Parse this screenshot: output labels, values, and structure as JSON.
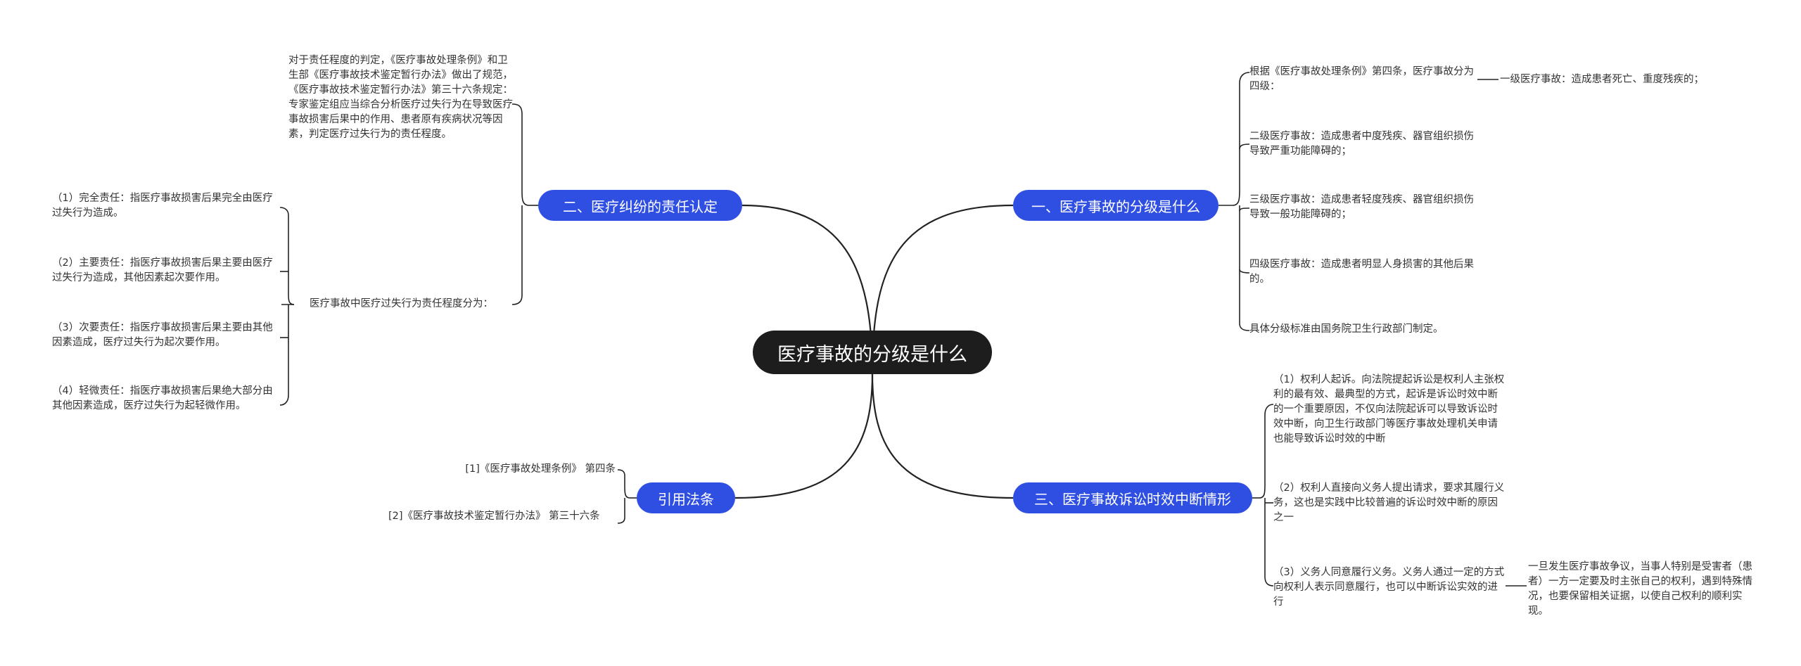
{
  "central": "医疗事故的分级是什么",
  "branches": {
    "b1": "一、医疗事故的分级是什么",
    "b2": "二、医疗纠纷的责任认定",
    "b3": "三、医疗事故诉讼时效中断情形",
    "b4": "引用法条"
  },
  "b1_items": {
    "i1": "根据《医疗事故处理条例》第四条，医疗事故分为四级：",
    "i1_child": "一级医疗事故：造成患者死亡、重度残疾的；",
    "i2": "二级医疗事故：造成患者中度残疾、器官组织损伤导致严重功能障碍的；",
    "i3": "三级医疗事故：造成患者轻度残疾、器官组织损伤导致一般功能障碍的；",
    "i4": "四级医疗事故：造成患者明显人身损害的其他后果的。",
    "i5": "具体分级标准由国务院卫生行政部门制定。"
  },
  "b2_items": {
    "top": "对于责任程度的判定，《医疗事故处理条例》和卫生部《医疗事故技术鉴定暂行办法》做出了规范，《医疗事故技术鉴定暂行办法》第三十六条规定：专家鉴定组应当综合分析医疗过失行为在导致医疗事故损害后果中的作用、患者原有疾病状况等因素，判定医疗过失行为的责任程度。",
    "mid": "医疗事故中医疗过失行为责任程度分为：",
    "c1": "（1）完全责任：指医疗事故损害后果完全由医疗过失行为造成。",
    "c2": "（2）主要责任：指医疗事故损害后果主要由医疗过失行为造成，其他因素起次要作用。",
    "c3": "（3）次要责任：指医疗事故损害后果主要由其他因素造成，医疗过失行为起次要作用。",
    "c4": "（4）轻微责任：指医疗事故损害后果绝大部分由其他因素造成，医疗过失行为起轻微作用。"
  },
  "b3_items": {
    "i1": "（1）权利人起诉。向法院提起诉讼是权利人主张权利的最有效、最典型的方式，起诉是诉讼时效中断的一个重要原因，不仅向法院起诉可以导致诉讼时效中断，向卫生行政部门等医疗事故处理机关申请也能导致诉讼时效的中断",
    "i2": "（2）权利人直接向义务人提出请求，要求其履行义务，这也是实践中比较普遍的诉讼时效中断的原因之一",
    "i3": "（3）义务人同意履行义务。义务人通过一定的方式向权利人表示同意履行，也可以中断诉讼实效的进行",
    "i3_child": "一旦发生医疗事故争议，当事人特别是受害者（患者）一方一定要及时主张自己的权利，遇到特殊情况，也要保留相关证据，以使自己权利的顺利实现。"
  },
  "b4_items": {
    "i1": "[1]《医疗事故处理条例》 第四条",
    "i2": "[2]《医疗事故技术鉴定暂行办法》 第三十六条"
  },
  "colors": {
    "central_bg": "#1d1d1d",
    "branch_bg": "#2f4fe3",
    "line": "#222222"
  }
}
